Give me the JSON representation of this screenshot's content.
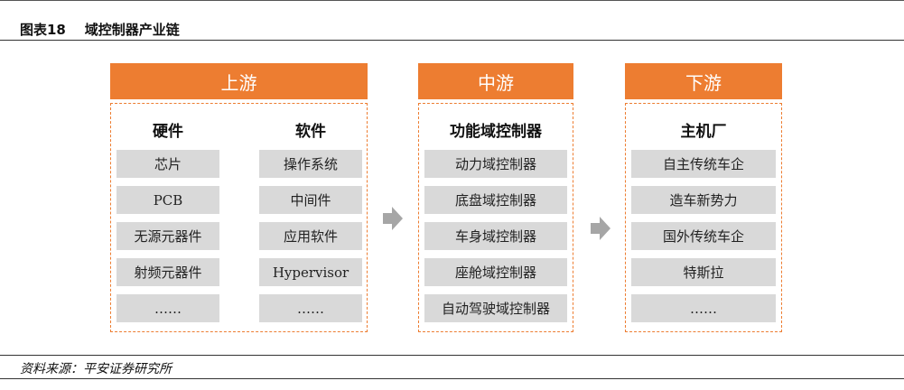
{
  "figure_title": "图表18    域控制器产业链",
  "source": "资料来源：平安证券研究所",
  "upstream": {
    "header": "上游",
    "hardware": {
      "title": "硬件",
      "items": [
        "芯片",
        "PCB",
        "无源元器件",
        "射频元器件",
        "……"
      ]
    },
    "software": {
      "title": "软件",
      "items": [
        "操作系统",
        "中间件",
        "应用软件",
        "Hypervisor",
        "……"
      ]
    }
  },
  "midstream": {
    "header": "中游",
    "title": "功能域控制器",
    "items": [
      "动力域控制器",
      "底盘域控制器",
      "车身域控制器",
      "座舱域控制器",
      "自动驾驶域控制器"
    ]
  },
  "downstream": {
    "header": "下游",
    "title": "主机厂",
    "items": [
      "自主传统车企",
      "造车新势力",
      "国外传统车企",
      "特斯拉",
      "……"
    ]
  },
  "colors": {
    "header_bg": "#ED7D31",
    "item_bg": "#D9D9D9",
    "arrow": "#A6A6A6"
  }
}
